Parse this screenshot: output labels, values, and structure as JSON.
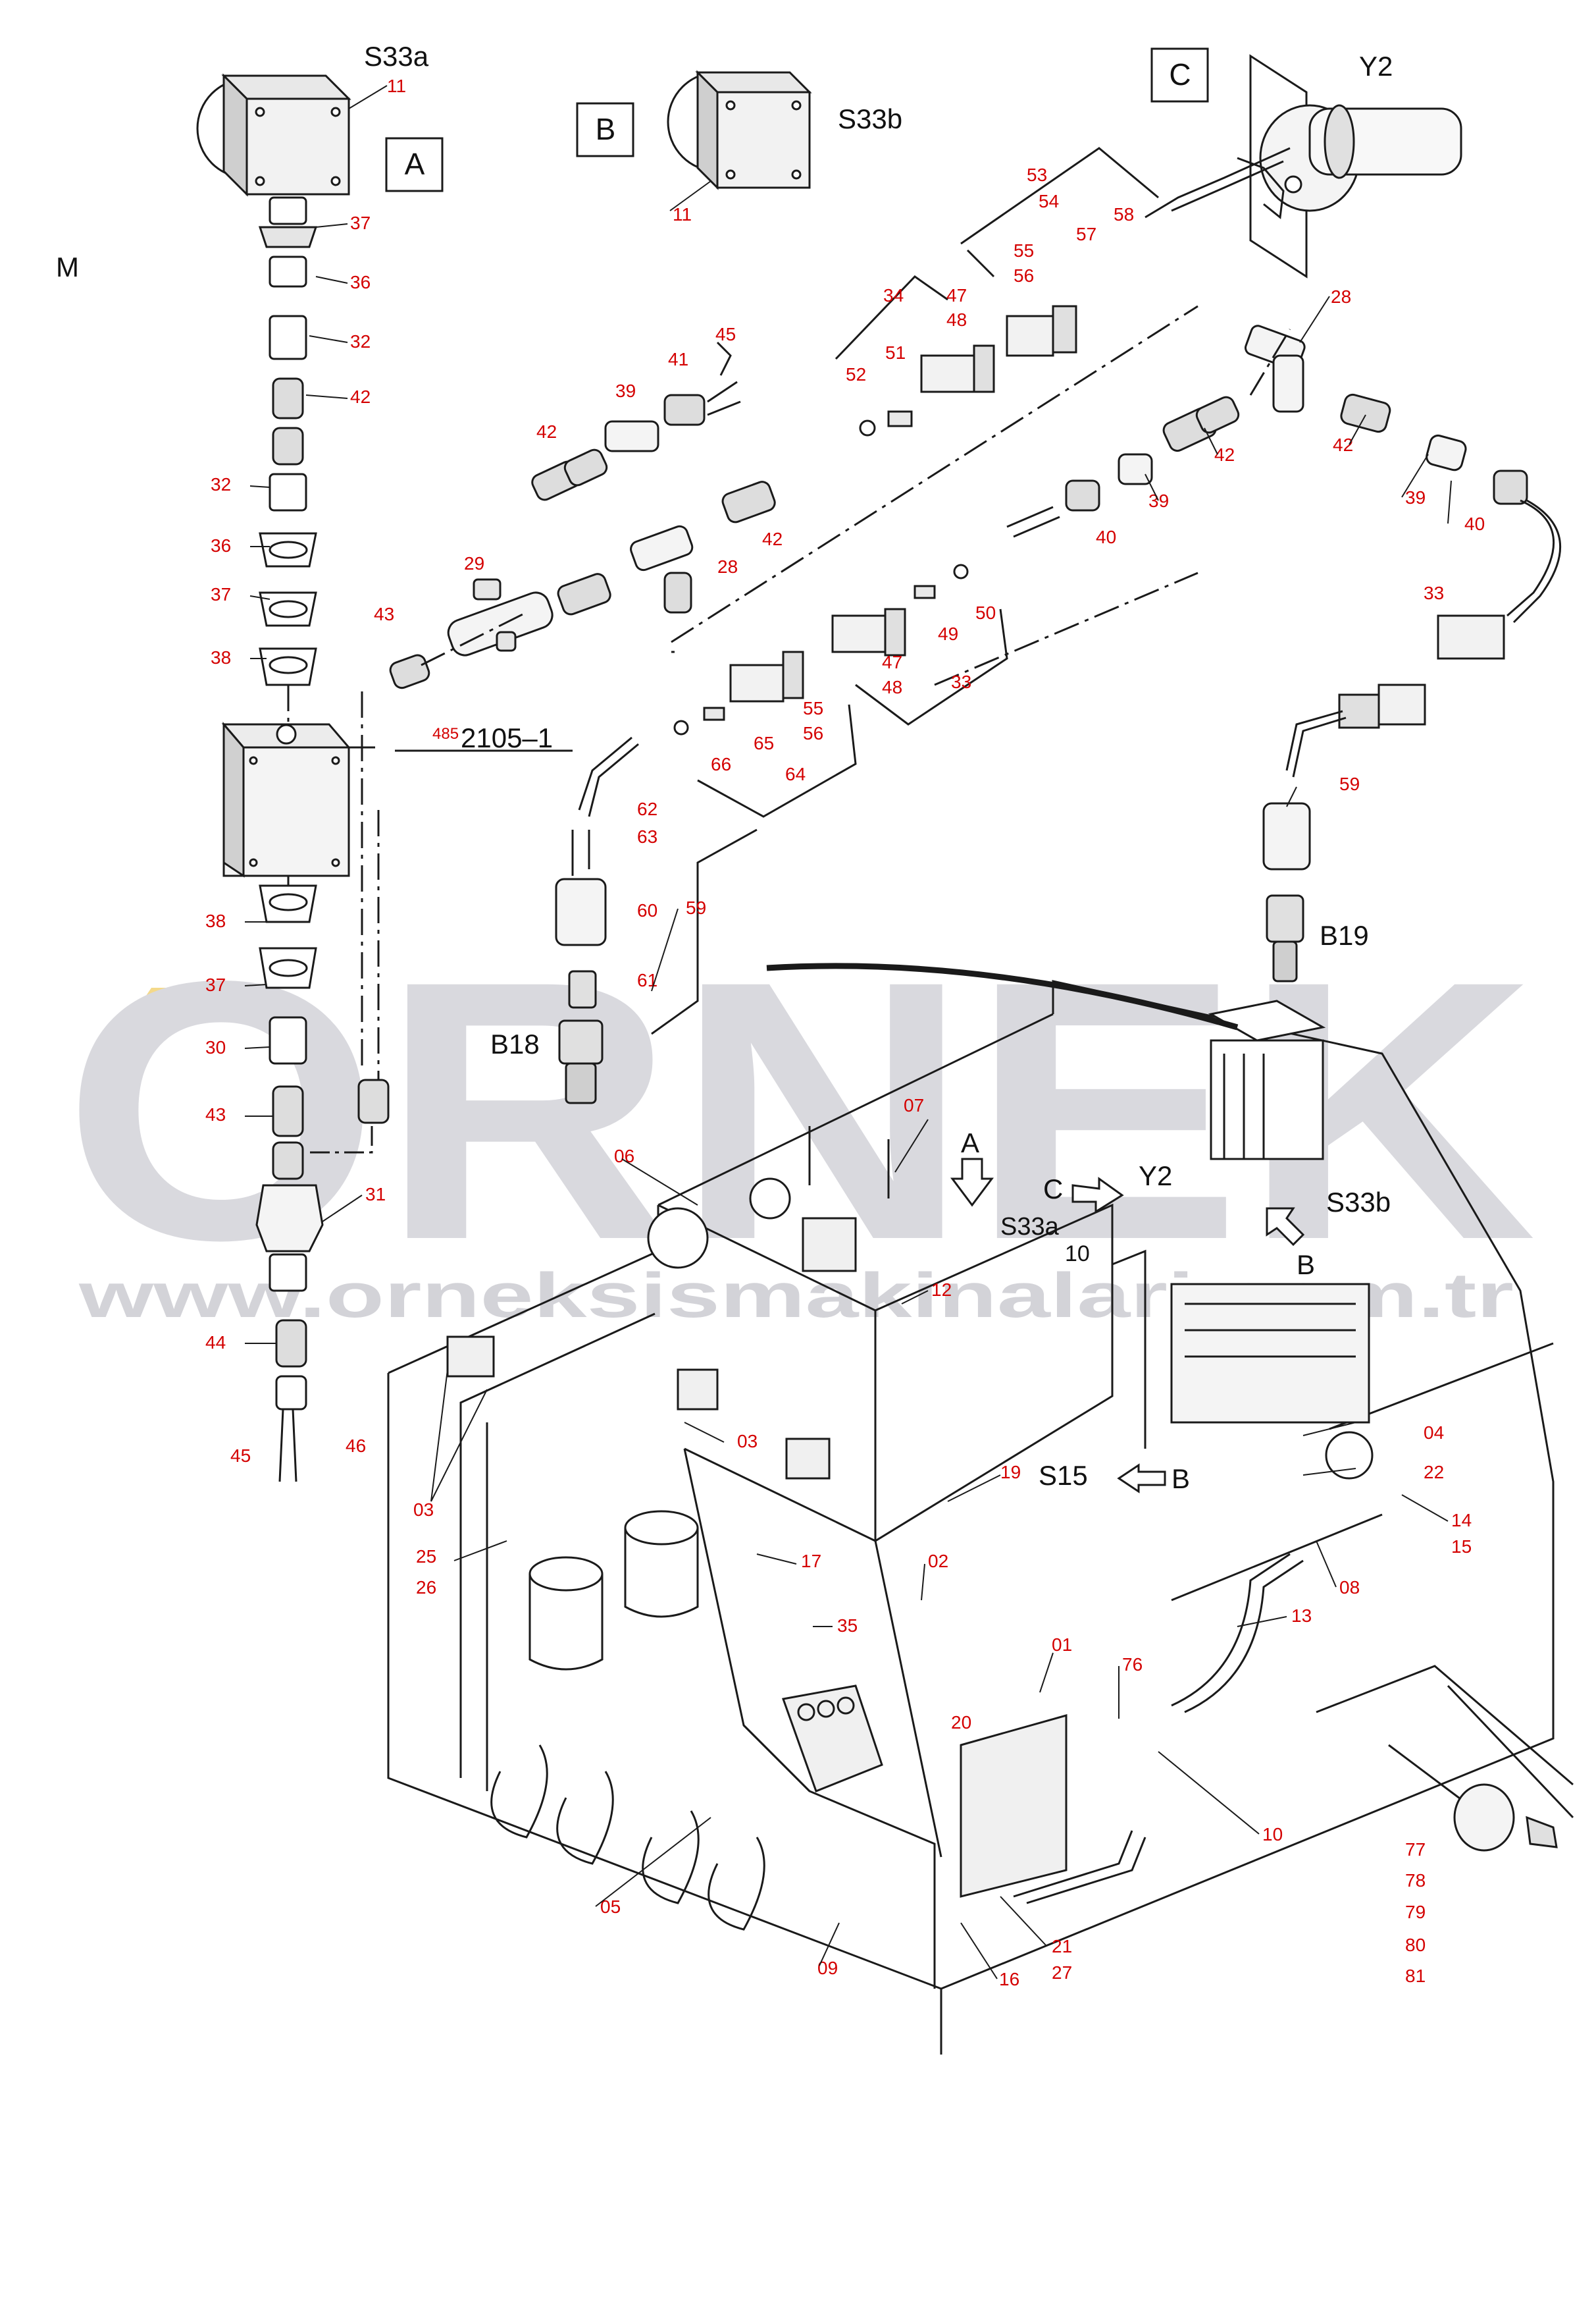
{
  "diagram": {
    "page_marker": "M",
    "watermark": {
      "brand": "ORNEK",
      "url": "www.orneksismakinalari.com.tr",
      "accent_color": "#f4d98a",
      "text_color": "#d9d9de"
    },
    "colors": {
      "red_label": "#d40000",
      "black_label": "#111111",
      "line": "#1a1a1a"
    },
    "view_boxes": {
      "A": "A",
      "B": "B",
      "C": "C"
    },
    "component_labels": {
      "S33a_top": "S33a",
      "S33b_top": "S33b",
      "Y2_top": "Y2",
      "B19": "B19",
      "B18": "B18",
      "ref_prefix": "485",
      "ref_code": "2105–1",
      "arrow_A": "A",
      "S33a_main": "S33a",
      "C_arrow": "C",
      "Y2_main": "Y2",
      "S33b_main": "S33b",
      "B_arrow1": "B",
      "S15": "S15",
      "B_arrow2": "B",
      "ten_black": "10"
    },
    "part_numbers": {
      "p11a": "11",
      "p11b": "11",
      "p37a": "37",
      "p36a": "36",
      "p32a": "32",
      "p42a": "42",
      "p32b": "32",
      "p36b": "36",
      "p37b": "37",
      "p38a": "38",
      "p38b": "38",
      "p37c": "37",
      "p30": "30",
      "p43a": "43",
      "p31": "31",
      "p44": "44",
      "p45a": "45",
      "p46": "46",
      "p53": "53",
      "p54": "54",
      "p57": "57",
      "p58": "58",
      "p55a": "55",
      "p56a": "56",
      "p34": "34",
      "p47a": "47",
      "p48a": "48",
      "p28a": "28",
      "p45b": "45",
      "p41": "41",
      "p52": "52",
      "p51": "51",
      "p39a": "39",
      "p42b": "42",
      "p42c": "42",
      "p42d": "42",
      "p29": "29",
      "p28b": "28",
      "p42e": "42",
      "p43b": "43",
      "p39b": "39",
      "p40a": "40",
      "p39c": "39",
      "p40b": "40",
      "p50": "50",
      "p49": "49",
      "p47b": "47",
      "p48b": "48",
      "p33a": "33",
      "p55b": "55",
      "p56b": "56",
      "p65": "65",
      "p66": "66",
      "p64": "64",
      "p33b": "33",
      "p62": "62",
      "p63": "63",
      "p60": "60",
      "p61": "61",
      "p59a": "59",
      "p59b": "59",
      "p07": "07",
      "p06": "06",
      "p12": "12",
      "p03a": "03",
      "p03b": "03",
      "p19": "19",
      "p04": "04",
      "p22": "22",
      "p14": "14",
      "p15": "15",
      "p08": "08",
      "p25": "25",
      "p26": "26",
      "p17": "17",
      "p02": "02",
      "p35": "35",
      "p01": "01",
      "p13": "13",
      "p76": "76",
      "p20": "20",
      "p10": "10",
      "p05": "05",
      "p09": "09",
      "p21": "21",
      "p27": "27",
      "p16": "16",
      "p77": "77",
      "p78": "78",
      "p79": "79",
      "p80": "80",
      "p81": "81"
    }
  }
}
